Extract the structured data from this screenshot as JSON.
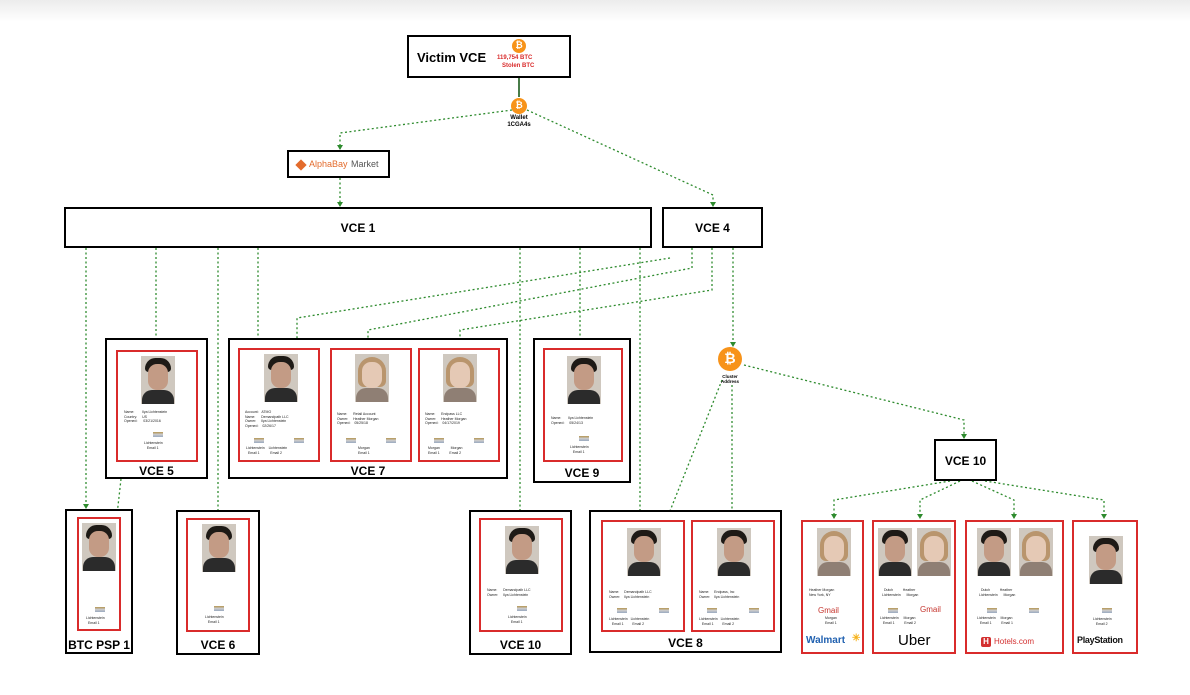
{
  "victim": {
    "title": "Victim VCE",
    "amount": "119,754 BTC",
    "stolen": "Stolen BTC"
  },
  "wallet": {
    "label": "Wallet",
    "address": "1CGA4s"
  },
  "market": {
    "name_a": "AlphaBay",
    "name_b": "Market"
  },
  "cluster": {
    "label_a": "Cluster",
    "label_b": "Address"
  },
  "boxes": {
    "vce1": "VCE 1",
    "vce4": "VCE 4",
    "vce5": "VCE 5",
    "vce7": "VCE 7",
    "vce9": "VCE 9",
    "vce10_top": "VCE 10",
    "btc_psp1": "BTC PSP 1",
    "vce6": "VCE 6",
    "vce10_bottom": "VCE 10",
    "vce8": "VCE 8"
  },
  "brands": {
    "walmart": "Walmart",
    "uber": "Uber",
    "hotels": "Hotels.com",
    "playstation": "PlayStation",
    "gmail": "Gmail"
  },
  "icons": {
    "bitcoin": "bitcoin-icon",
    "person_photo": "person-photo",
    "flag": "flag-icon"
  },
  "colors": {
    "bitcoin": "#f7931a",
    "card_border": "#d92b2b",
    "link": "#2e8b2e",
    "amount": "#d92b2b"
  }
}
